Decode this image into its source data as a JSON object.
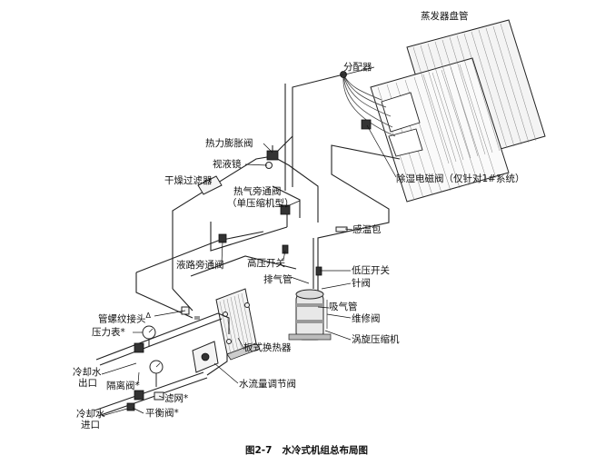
{
  "labels": {
    "evaporator_coil": "蒸发器盘管",
    "distributor": "分配器",
    "txv": "热力膨胀阀",
    "sight_glass": "视液镜",
    "filter_drier": "干燥过滤器",
    "hot_gas_bypass_1": "热气旁通阀",
    "hot_gas_bypass_2": "（单压缩机型）",
    "dehumid_solenoid": "除湿电磁阀（仅针对1#系统）",
    "sensing_bulb": "感温包",
    "liquid_bypass": "液路旁通阀",
    "high_pressure_switch": "高压开关",
    "low_pressure_switch": "低压开关",
    "discharge_pipe": "排气管",
    "needle_valve": "针阀",
    "suction_pipe": "吸气管",
    "service_valve": "维修阀",
    "scroll_compressor": "涡旋压缩机",
    "flare_fitting": "管螺纹接头",
    "flare_fitting_mark": "Δ",
    "pressure_gauge": "压力表*",
    "plate_hx": "板式换热器",
    "cooling_water_out_1": "冷却水",
    "cooling_water_out_2": "出口",
    "isolation_valve": "隔离阀*",
    "water_flow_valve": "水流量调节阀",
    "strainer": "滤网*",
    "balance_valve": "平衡阀*",
    "cooling_water_in_1": "冷却水",
    "cooling_water_in_2": "进口"
  },
  "caption": {
    "number": "图2-7",
    "title": "水冷式机组总布局图"
  }
}
